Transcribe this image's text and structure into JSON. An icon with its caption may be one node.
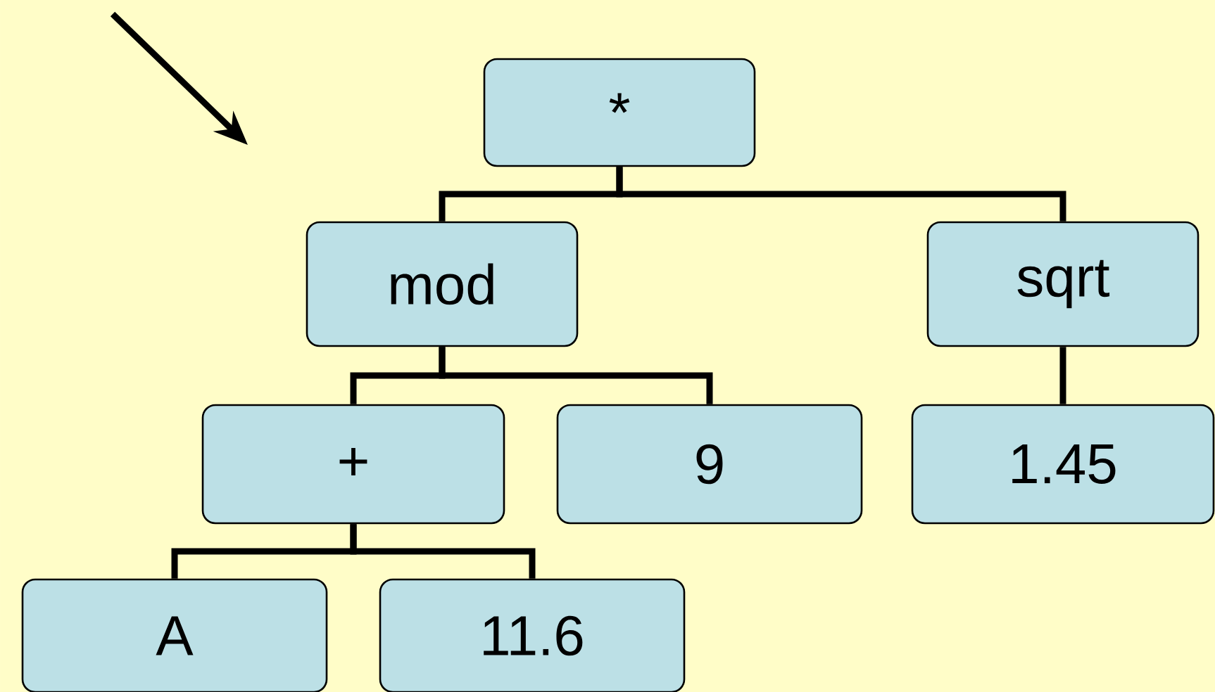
{
  "diagram": {
    "nodes": [
      {
        "text": [
          "*"
        ]
      },
      {
        "text": [
          "mod"
        ]
      },
      {
        "text": [
          "sqrt"
        ]
      },
      {
        "text": [
          "+"
        ]
      },
      {
        "text": [
          "9"
        ]
      },
      {
        "text": [
          "1.45"
        ]
      },
      {
        "text": [
          "A"
        ]
      },
      {
        "text": [
          "11.6"
        ]
      }
    ],
    "edges": [
      {
        "from": 0,
        "to": 1,
        "arrow": "none"
      },
      {
        "from": 0,
        "to": 2,
        "arrow": "none"
      },
      {
        "from": 1,
        "to": 3,
        "arrow": "none"
      },
      {
        "from": 1,
        "to": 4,
        "arrow": "none"
      },
      {
        "from": 2,
        "to": 5,
        "arrow": "none"
      },
      {
        "from": 3,
        "to": 6,
        "arrow": "none"
      },
      {
        "from": 3,
        "to": 7,
        "arrow": "none"
      }
    ]
  }
}
